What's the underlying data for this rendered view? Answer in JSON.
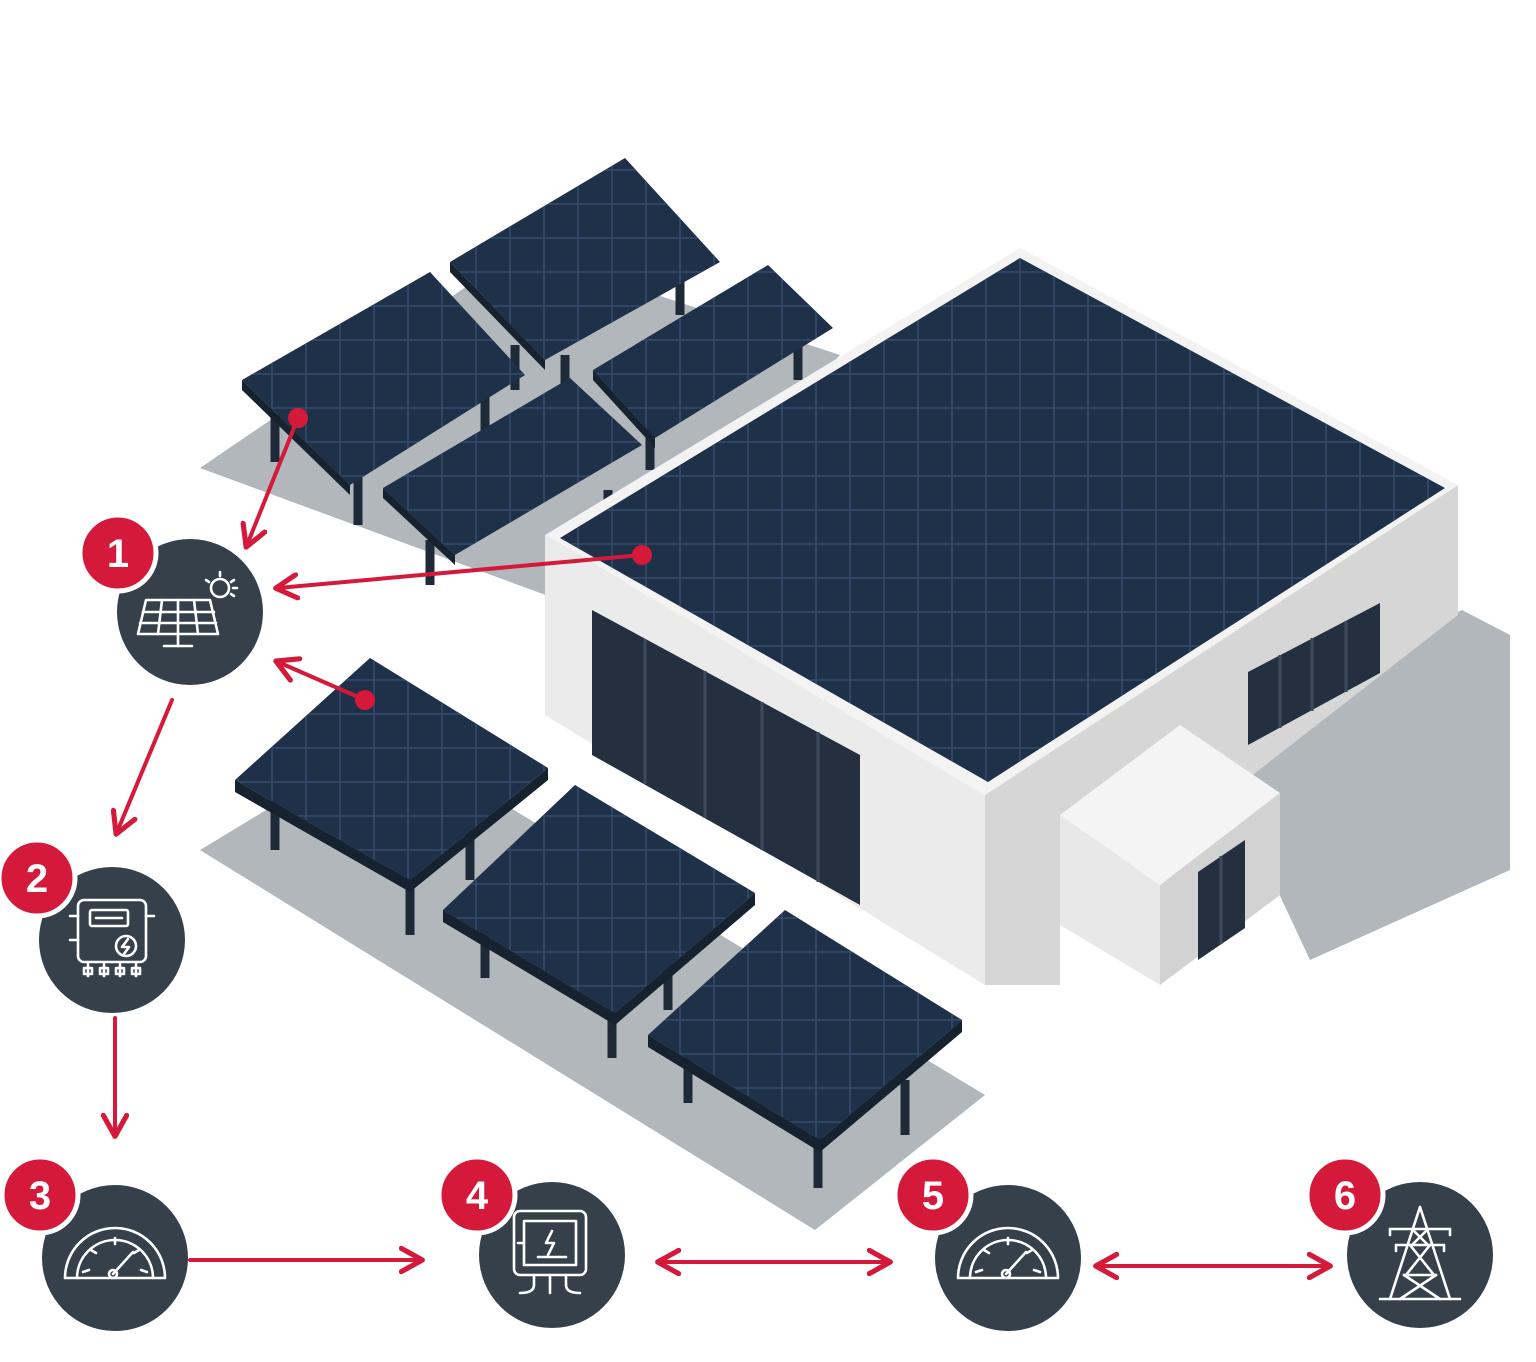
{
  "colors": {
    "panel": "#1f3049",
    "panel_grid": "#324565",
    "shadow": "#b2b7bc",
    "wall_front": "#ebebeb",
    "wall_side": "#d6d6d6",
    "window": "#24303f",
    "accent": "#d4193a",
    "node_fill": "#36404a",
    "icon_stroke": "#ffffff"
  },
  "steps": [
    {
      "number": "1",
      "icon": "solar-panel-icon"
    },
    {
      "number": "2",
      "icon": "inverter-icon"
    },
    {
      "number": "3",
      "icon": "meter-gauge-icon"
    },
    {
      "number": "4",
      "icon": "switchboard-icon"
    },
    {
      "number": "5",
      "icon": "meter-gauge-icon"
    },
    {
      "number": "6",
      "icon": "power-pylon-icon"
    }
  ]
}
